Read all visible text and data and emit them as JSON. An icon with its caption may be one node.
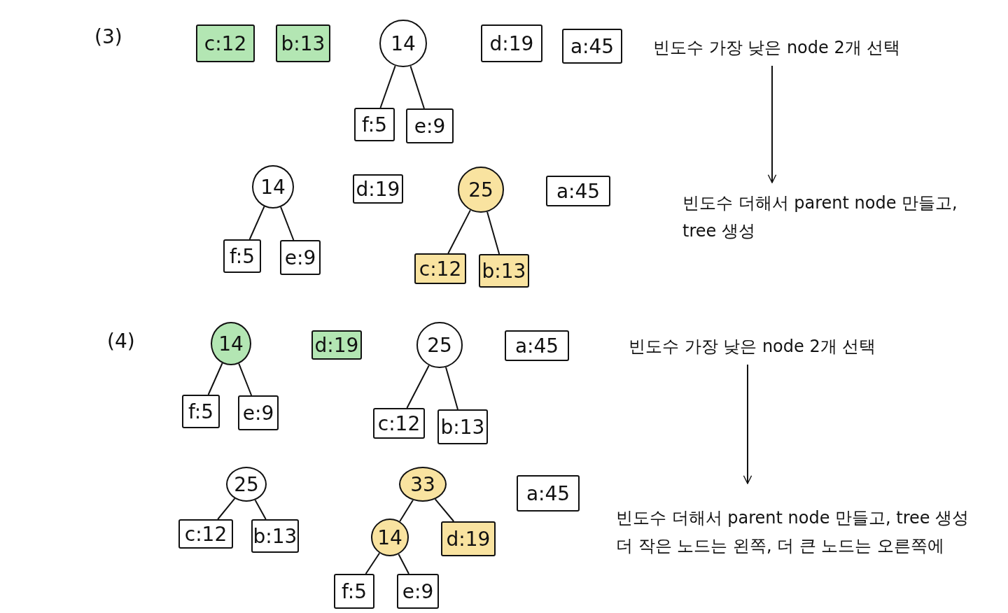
{
  "diagram": {
    "nodes": [
      {
        "text": [
          "c:12"
        ]
      },
      {
        "text": [
          "b:13"
        ]
      },
      {
        "text": [
          "14"
        ]
      },
      {
        "text": [
          "f:5"
        ]
      },
      {
        "text": [
          "e:9"
        ]
      },
      {
        "text": [
          "d:19"
        ]
      },
      {
        "text": [
          "a:45"
        ]
      },
      {
        "text": [
          "빈도수 가장 낮은 node 2개 선택"
        ]
      },
      {
        "text": [
          "빈도수 더해서 parent node 만들고, tree 생성"
        ]
      },
      {
        "text": [
          "14"
        ]
      },
      {
        "text": [
          "f:5"
        ]
      },
      {
        "text": [
          "e:9"
        ]
      },
      {
        "text": [
          "d:19"
        ]
      },
      {
        "text": [
          "25"
        ]
      },
      {
        "text": [
          "c:12"
        ]
      },
      {
        "text": [
          "b:13"
        ]
      },
      {
        "text": [
          "a:45"
        ]
      },
      {
        "text": [
          "14"
        ]
      },
      {
        "text": [
          "f:5"
        ]
      },
      {
        "text": [
          "e:9"
        ]
      },
      {
        "text": [
          "d:19"
        ]
      },
      {
        "text": [
          "25"
        ]
      },
      {
        "text": [
          "c:12"
        ]
      },
      {
        "text": [
          "b:13"
        ]
      },
      {
        "text": [
          "a:45"
        ]
      },
      {
        "text": [
          "빈도수 가장 낮은 node 2개 선택"
        ]
      },
      {
        "text": [
          "빈도수 더해서 parent node 만들고, tree 생성",
          "더 작은 노드는 왼쪽, 더 큰 노드는 오른쪽에"
        ]
      },
      {
        "text": [
          "25"
        ]
      },
      {
        "text": [
          "c:12"
        ]
      },
      {
        "text": [
          "b:13"
        ]
      },
      {
        "text": [
          "33"
        ]
      },
      {
        "text": [
          "14"
        ]
      },
      {
        "text": [
          "d:19"
        ]
      },
      {
        "text": [
          "f:5"
        ]
      },
      {
        "text": [
          "e:9"
        ]
      },
      {
        "text": [
          "a:45"
        ]
      }
    ],
    "edges": [
      {
        "from": 2,
        "to": 3,
        "arrow": "none"
      },
      {
        "from": 2,
        "to": 4,
        "arrow": "none"
      },
      {
        "from": 7,
        "to": 8,
        "arrow": "to"
      },
      {
        "from": 9,
        "to": 10,
        "arrow": "none"
      },
      {
        "from": 9,
        "to": 11,
        "arrow": "none"
      },
      {
        "from": 13,
        "to": 14,
        "arrow": "none"
      },
      {
        "from": 13,
        "to": 15,
        "arrow": "none"
      },
      {
        "from": 17,
        "to": 18,
        "arrow": "none"
      },
      {
        "from": 17,
        "to": 19,
        "arrow": "none"
      },
      {
        "from": 21,
        "to": 22,
        "arrow": "none"
      },
      {
        "from": 21,
        "to": 23,
        "arrow": "none"
      },
      {
        "from": 25,
        "to": 26,
        "arrow": "to"
      },
      {
        "from": 27,
        "to": 28,
        "arrow": "none"
      },
      {
        "from": 27,
        "to": 29,
        "arrow": "none"
      },
      {
        "from": 30,
        "to": 31,
        "arrow": "none"
      },
      {
        "from": 30,
        "to": 32,
        "arrow": "none"
      },
      {
        "from": 31,
        "to": 33,
        "arrow": "none"
      },
      {
        "from": 31,
        "to": 34,
        "arrow": "none"
      }
    ],
    "labels": [
      "(3)",
      "(4)"
    ]
  }
}
